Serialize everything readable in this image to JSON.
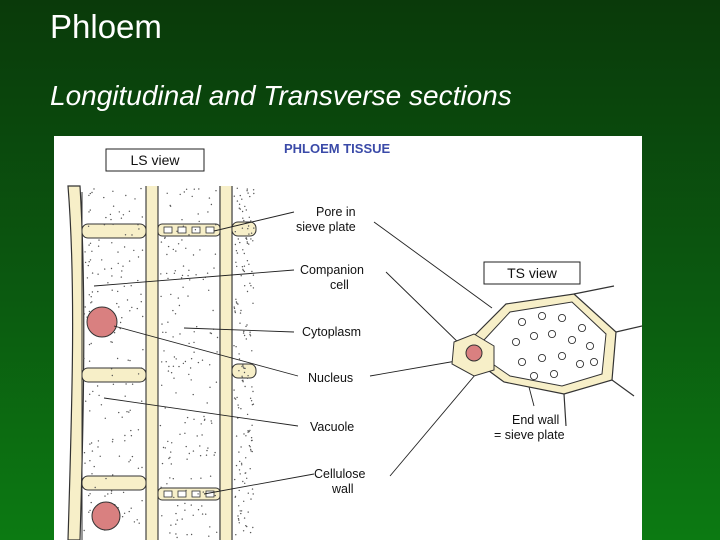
{
  "slide": {
    "title": "Phloem",
    "subtitle": "Longitudinal and Transverse sections"
  },
  "figure": {
    "heading": "PHLOEM TISSUE",
    "ls_view_label": "LS view",
    "ts_view_label": "TS view",
    "labels": {
      "pore_line1": "Pore in",
      "pore_line2": "sieve plate",
      "companion_line1": "Companion",
      "companion_line2": "cell",
      "cytoplasm": "Cytoplasm",
      "nucleus": "Nucleus",
      "vacuole": "Vacuole",
      "cellulose_line1": "Cellulose",
      "cellulose_line2": "wall",
      "endwall_line1": "End wall",
      "endwall_line2": "= sieve plate"
    }
  },
  "colors": {
    "background_top": "#0a3a0a",
    "background_bottom": "#0c7a12",
    "cell_wall_fill": "#f7efc8",
    "nucleus_fill": "#d98080",
    "heading_color": "#3a4aa8"
  }
}
